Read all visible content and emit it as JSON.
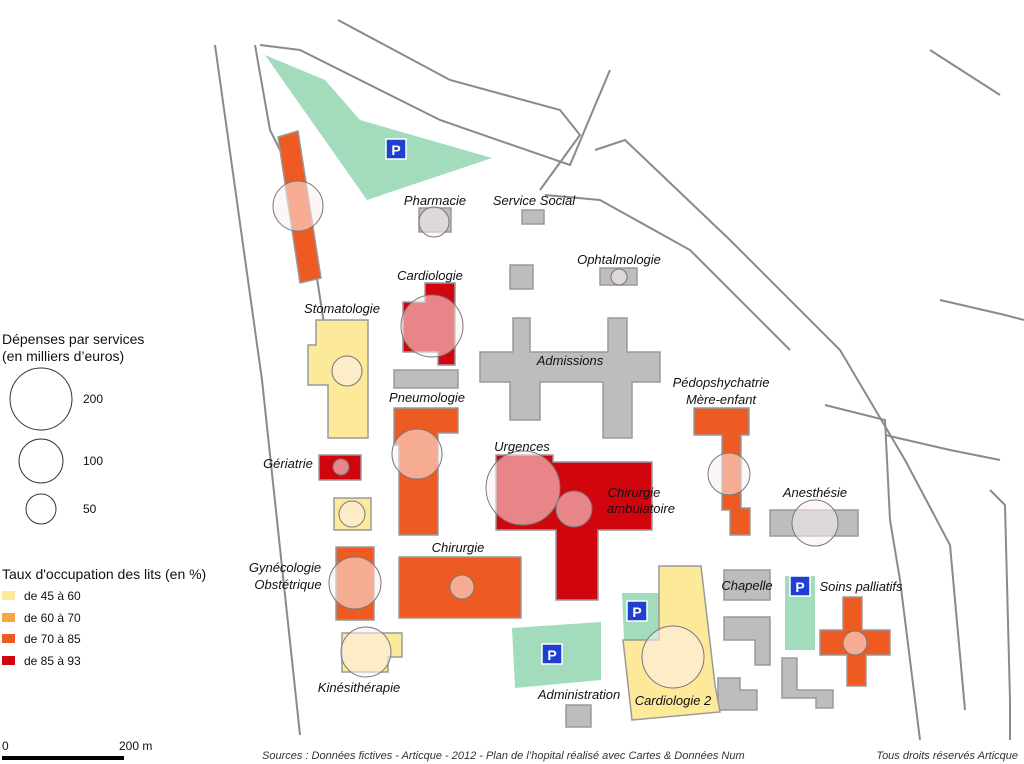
{
  "legend": {
    "expenses_title_1": "Dépenses par services",
    "expenses_title_2": "(en milliers d’euros)",
    "expenses_sizes": [
      "200",
      "100",
      "50"
    ],
    "occupancy_title": "Taux d'occupation des lits (en  %)",
    "occupancy_classes": [
      {
        "label": "de 45 à 60",
        "color": "#fde99a"
      },
      {
        "label": "de 60 à 70",
        "color": "#f5a742"
      },
      {
        "label": "de 70 à 85",
        "color": "#ee5b22"
      },
      {
        "label": "de 85 à 93",
        "color": "#d1050e"
      }
    ]
  },
  "services": {
    "pharmacie": "Pharmacie",
    "service_social": "Service Social",
    "ophtalmologie": "Ophtalmologie",
    "cardiologie": "Cardiologie",
    "stomatologie": "Stomatologie",
    "admissions": "Admissions",
    "pedopsy_1": "Pédopshychatrie",
    "pedopsy_2": "Mère-enfant",
    "pneumologie": "Pneumologie",
    "urgences": "Urgences",
    "chirurgie_amb_1": "Chirurgie",
    "chirurgie_amb_2": "ambulatoire",
    "geriatrie": "Gériatrie",
    "anesthesie": "Anesthésie",
    "gyneco_1": "Gynécologie",
    "gyneco_2": "Obstétrique",
    "chirurgie": "Chirurgie",
    "chapelle": "Chapelle",
    "soins_palliatifs": "Soins palliatifs",
    "kinesitherapie": "Kinésithérapie",
    "administration": "Administration",
    "cardiologie_2": "Cardiologie 2"
  },
  "parking_symbol": "P",
  "scale": {
    "start": "0",
    "end": "200 m"
  },
  "footer": {
    "sources": "Sources : Données fictives - Articque - 2012 - Plan de l’hopital réalisé avec Cartes & Données Num",
    "rights": "Tous droits réservés Articque"
  },
  "colors": {
    "grey_building": "#bdbdbd",
    "parking_green": "#a2dcbd",
    "circle_fill": "#fbeeee"
  }
}
